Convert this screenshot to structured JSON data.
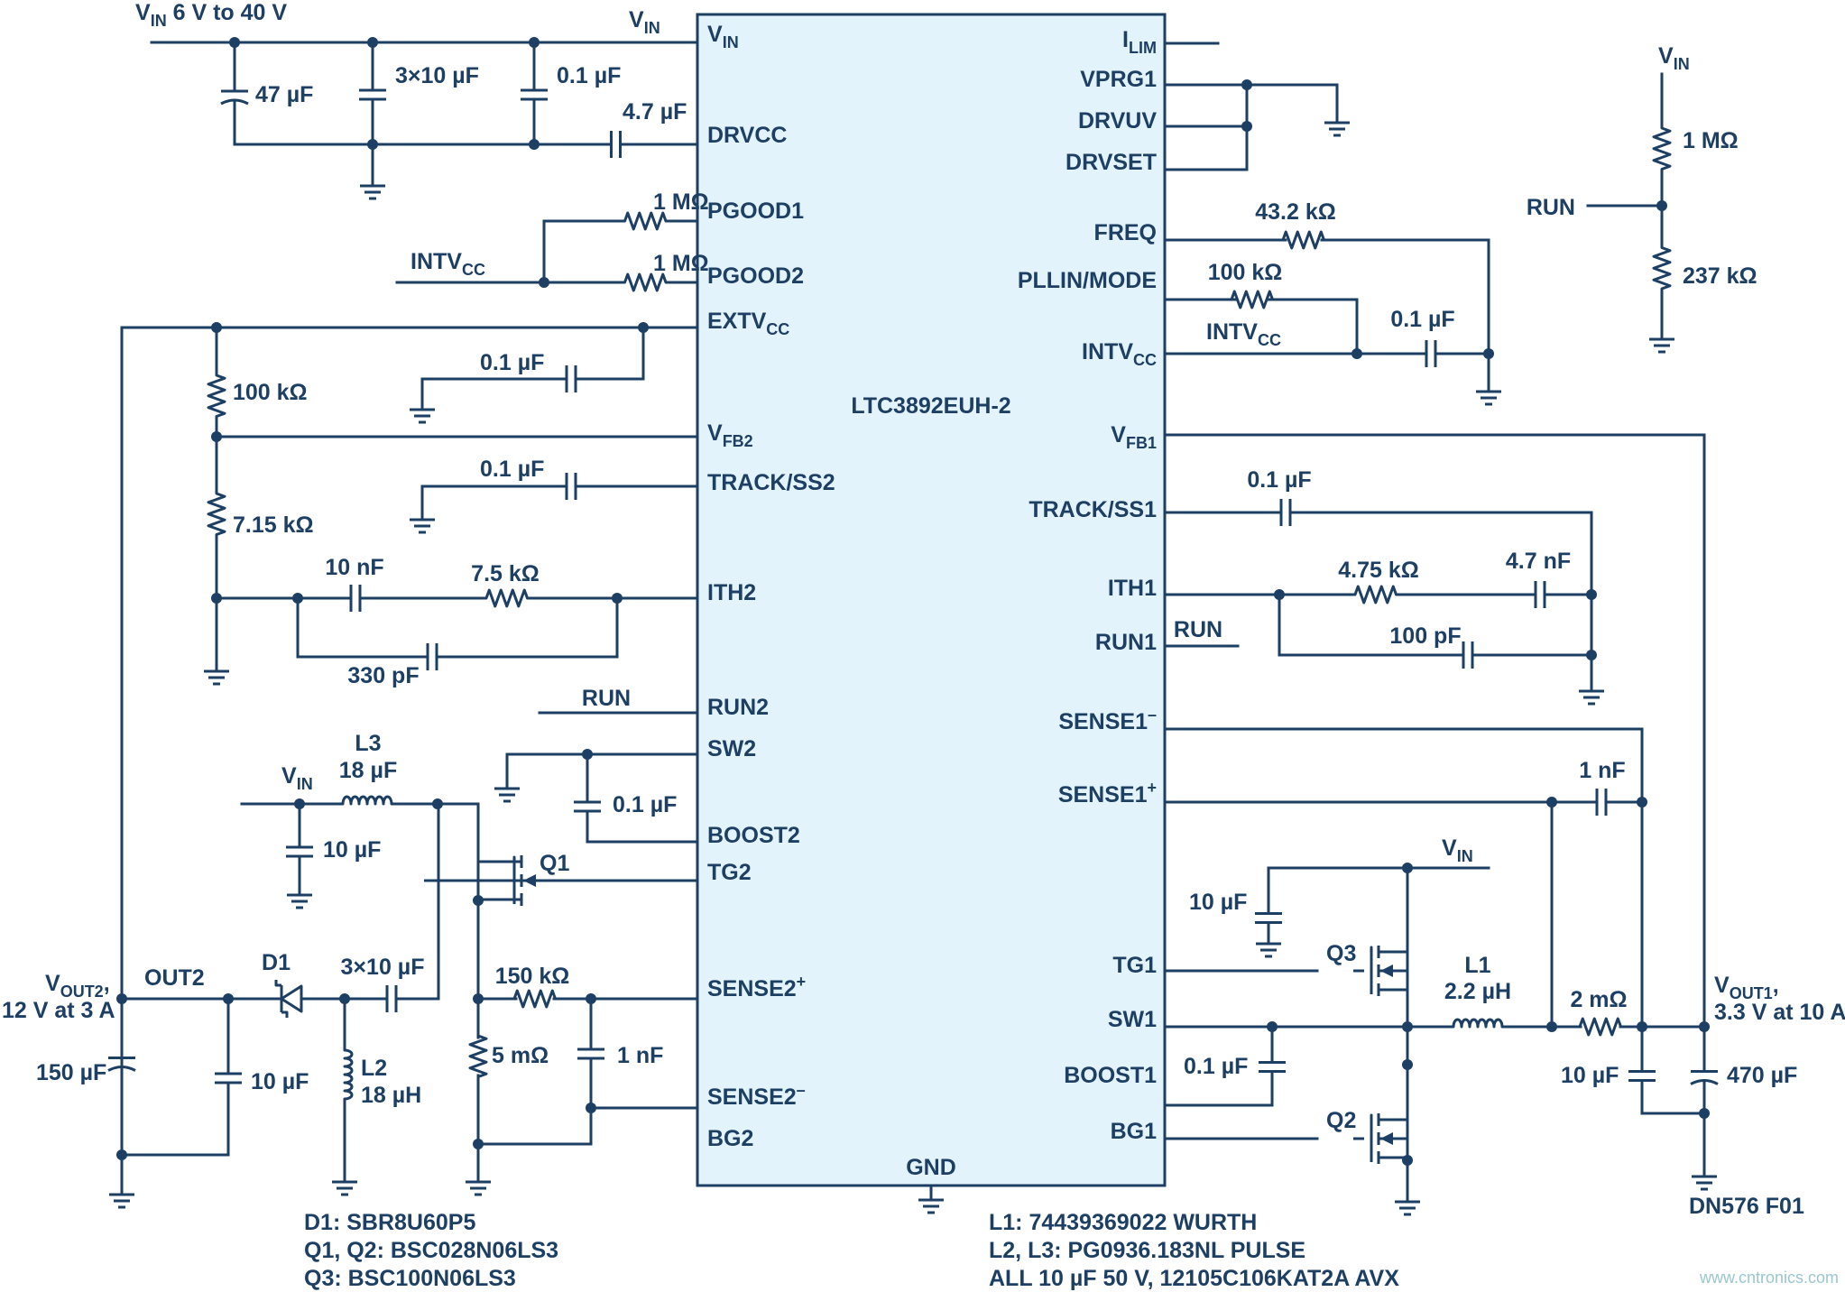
{
  "diagram": {
    "ic_part": "LTC3892EUH-2",
    "figure_id": "DN576 F01",
    "watermark": "www.cntronics.com",
    "supply_label": {
      "main": "V",
      "sub": "IN",
      "rest": " 6 V to 40 V"
    },
    "pins_left": [
      {
        "main": "V",
        "sub": "IN"
      },
      {
        "main": "DRVCC"
      },
      {
        "main": "PGOOD1"
      },
      {
        "main": "PGOOD2"
      },
      {
        "main": "EXTV",
        "sub": "CC"
      },
      {
        "main": "V",
        "sub": "FB2"
      },
      {
        "main": "TRACK/SS2"
      },
      {
        "main": "ITH2"
      },
      {
        "main": "RUN2"
      },
      {
        "main": "SW2"
      },
      {
        "main": "BOOST2"
      },
      {
        "main": "TG2"
      },
      {
        "main": "SENSE2",
        "sup": "+"
      },
      {
        "main": "SENSE2",
        "sup": "–"
      },
      {
        "main": "BG2"
      }
    ],
    "pins_right": [
      {
        "main": "I",
        "sub": "LIM"
      },
      {
        "main": "VPRG1"
      },
      {
        "main": "DRVUV"
      },
      {
        "main": "DRVSET"
      },
      {
        "main": "FREQ"
      },
      {
        "main": "PLLIN/MODE"
      },
      {
        "main": "INTV",
        "sub": "CC"
      },
      {
        "main": "V",
        "sub": "FB1"
      },
      {
        "main": "TRACK/SS1"
      },
      {
        "main": "ITH1"
      },
      {
        "main": "RUN1"
      },
      {
        "main": "SENSE1",
        "sup": "–"
      },
      {
        "main": "SENSE1",
        "sup": "+"
      },
      {
        "main": "TG1"
      },
      {
        "main": "SW1"
      },
      {
        "main": "BOOST1"
      },
      {
        "main": "BG1"
      }
    ],
    "pin_gnd": "GND",
    "net_labels": [
      {
        "main": "V",
        "sub": "IN"
      },
      {
        "main": "INTV",
        "sub": "CC"
      },
      {
        "main": "INTV",
        "sub": "CC"
      },
      {
        "main": "RUN"
      },
      {
        "main": "RUN"
      },
      {
        "main": "RUN"
      },
      {
        "main": "V",
        "sub": "IN"
      },
      {
        "main": "V",
        "sub": "IN"
      },
      {
        "main": "V",
        "sub": "IN"
      },
      {
        "main": "OUT2"
      }
    ],
    "outputs": [
      {
        "line1_main": "V",
        "line1_sub": "OUT2",
        "line1_rest": ",",
        "line2": "12 V at 3 A"
      },
      {
        "line1_main": "V",
        "line1_sub": "OUT1",
        "line1_rest": ",",
        "line2": "3.3 V at 10 A"
      }
    ],
    "components": [
      "47 µF",
      "3×10 µF",
      "0.1 µF",
      "4.7 µF",
      "1 MΩ",
      "1 MΩ",
      "100 kΩ",
      "0.1 µF",
      "0.1 µF",
      "7.15 kΩ",
      "10 nF",
      "7.5 kΩ",
      "330 pF",
      "L3",
      "18 µF",
      "10 µF",
      "0.1 µF",
      "Q1",
      "D1",
      "3×10 µF",
      "150 kΩ",
      "L2",
      "18 µH",
      "5 mΩ",
      "1 nF",
      "150 µF",
      "10 µF",
      "43.2 kΩ",
      "100 kΩ",
      "0.1 µF",
      "1 MΩ",
      "237 kΩ",
      "0.1 µF",
      "4.75 kΩ",
      "4.7 nF",
      "100 pF",
      "1 nF",
      "10 µF",
      "Q3",
      "L1",
      "2.2 µH",
      "2 mΩ",
      "0.1 µF",
      "Q2",
      "10 µF",
      "470 µF"
    ],
    "bom_left": [
      "D1: SBR8U60P5",
      "Q1, Q2: BSC028N06LS3",
      "Q3: BSC100N06LS3"
    ],
    "bom_right": [
      "L1: 74439369022 WURTH",
      "L2, L3: PG0936.183NL PULSE",
      "ALL 10 µF 50 V, 12105C106KAT2A AVX"
    ]
  }
}
